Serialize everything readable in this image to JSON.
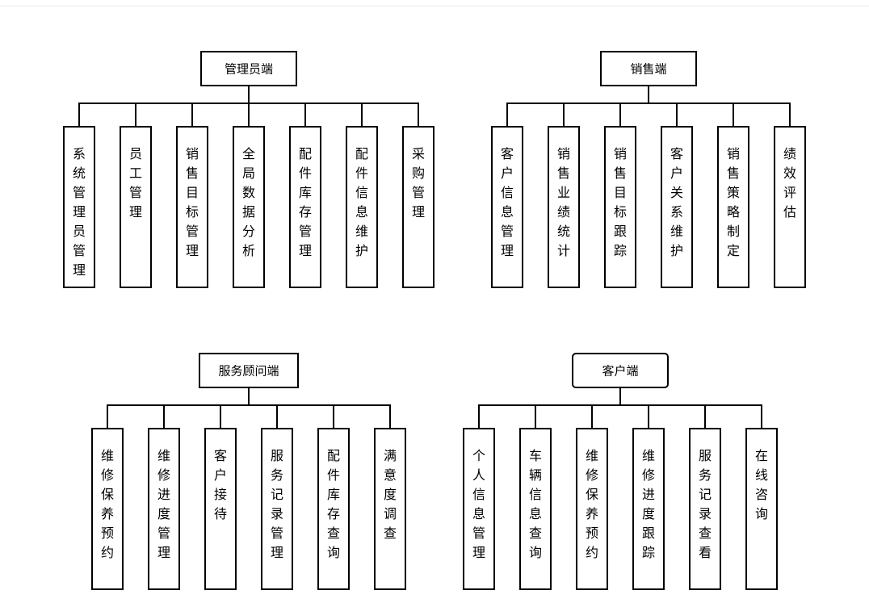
{
  "groups": [
    {
      "name": "admin",
      "title": "管理员端",
      "rounded": false,
      "leaves": [
        "系统管理员管理",
        "员工管理",
        "销售目标管理",
        "全局数据分析",
        "配件库存管理",
        "配件信息维护",
        "采购管理"
      ]
    },
    {
      "name": "sales",
      "title": "销售端",
      "rounded": false,
      "leaves": [
        "客户信息管理",
        "销售业绩统计",
        "销售目标跟踪",
        "客户关系维护",
        "销售策略制定",
        "绩效评估"
      ]
    },
    {
      "name": "service-advisor",
      "title": "服务顾问端",
      "rounded": false,
      "leaves": [
        "维修保养预约",
        "维修进度管理",
        "客户接待",
        "服务记录管理",
        "配件库存查询",
        "满意度调查"
      ]
    },
    {
      "name": "customer",
      "title": "客户端",
      "rounded": true,
      "leaves": [
        "个人信息管理",
        "车辆信息查询",
        "维修保养预约",
        "维修进度跟踪",
        "服务记录查看",
        "在线咨询"
      ]
    }
  ]
}
